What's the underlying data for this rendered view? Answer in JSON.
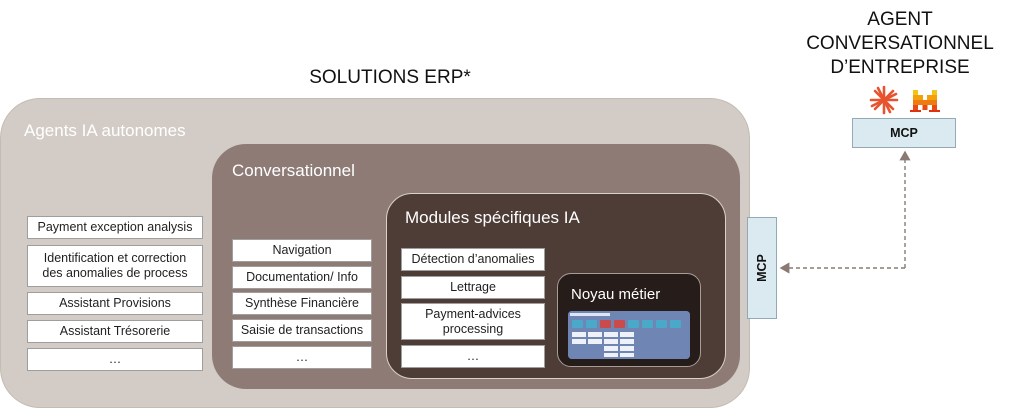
{
  "title": "SOLUTIONS ERP*",
  "agent": {
    "lines": [
      "AGENT",
      "CONVERSATIONNEL",
      "D’ENTREPRISE"
    ]
  },
  "mcp_top": "MCP",
  "mcp_side": "MCP",
  "agents_box": {
    "label": "Agents IA autonomes",
    "items": [
      "Payment exception analysis",
      "Identification et correction des anomalies de process",
      "Assistant Provisions",
      "Assistant Trésorerie",
      "…"
    ]
  },
  "conv_box": {
    "label": "Conversationnel",
    "items": [
      "Navigation",
      "Documentation/ Info",
      "Synthèse Financière",
      "Saisie de transactions",
      "…"
    ]
  },
  "modules_box": {
    "label": "Modules spécifiques IA",
    "items": [
      "Détection d’anomalies",
      "Lettrage",
      "Payment-advices processing",
      "…"
    ]
  },
  "noyau": {
    "label": "Noyau métier"
  },
  "colors": {
    "outer": "#d3ccc6",
    "middle": "#8e7b76",
    "inner": "#4e3c36",
    "core": "#261c19",
    "mcp": "#dbe9f0",
    "arrow": "#8a7a74",
    "logo_star": "#e8532f",
    "logo_m": "#f0a600"
  },
  "icons": [
    "sparkle-icon",
    "m-logo-icon"
  ]
}
